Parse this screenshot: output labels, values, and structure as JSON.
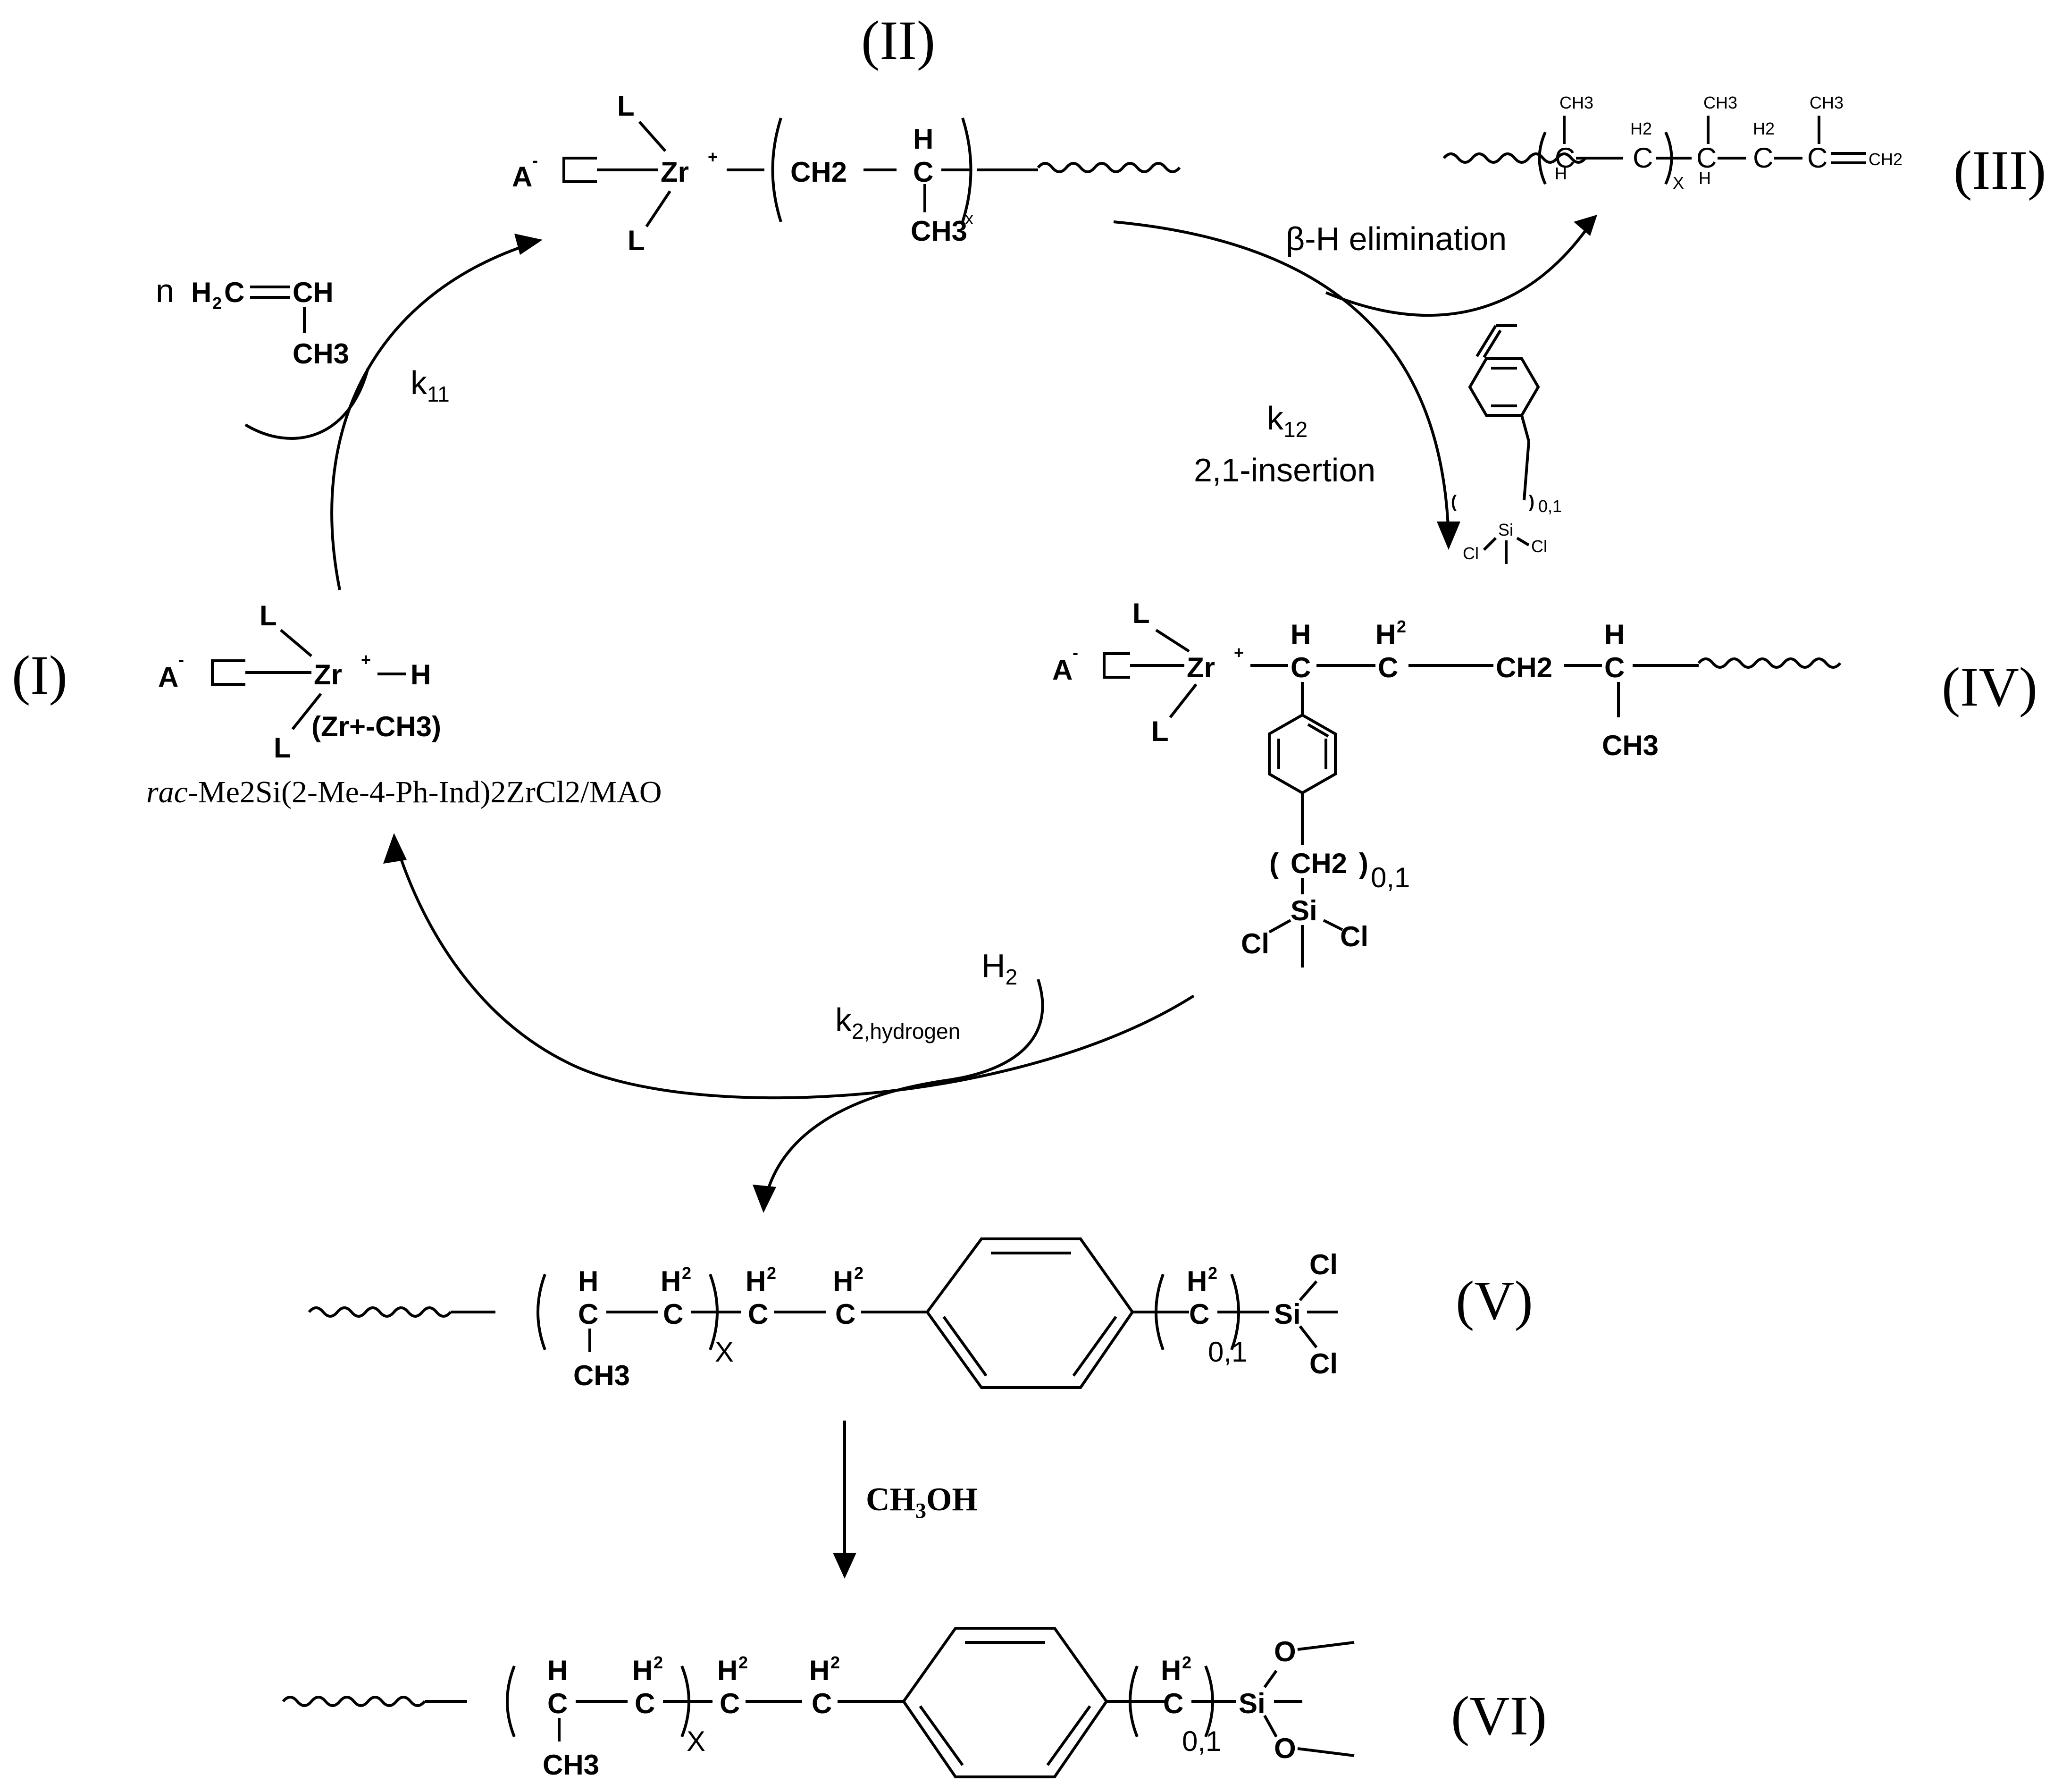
{
  "labels": {
    "I": "(I)",
    "II": "(II)",
    "III": "(III)",
    "IV": "(IV)",
    "V": "(V)",
    "VI": "(VI)"
  },
  "catalyst": {
    "prefix": "rac",
    "name": "-Me2Si(2-Me-4-Ph-Ind)2ZrCl2/MAO"
  },
  "reagents": {
    "propylene_n": "n",
    "methanol": "CH3OH",
    "hydrogen": "H2"
  },
  "steps": {
    "k11": "k11",
    "k12": "k12",
    "insertion": "2,1-insertion",
    "elimination": "β-H elimination",
    "k2_hydrogen": "k2,hydrogen"
  },
  "atoms": {
    "A_minus": "A",
    "Zr_plus": "Zr",
    "L": "L",
    "H": "H",
    "C": "C",
    "Si": "Si",
    "Cl": "Cl",
    "O": "O",
    "CH2": "CH2",
    "CH3": "CH3",
    "H2": "H2",
    "Zr_CH3": "(Zr+-CH3)",
    "sub_x": "x",
    "sub_X": "X",
    "sub_01": "0,1"
  }
}
